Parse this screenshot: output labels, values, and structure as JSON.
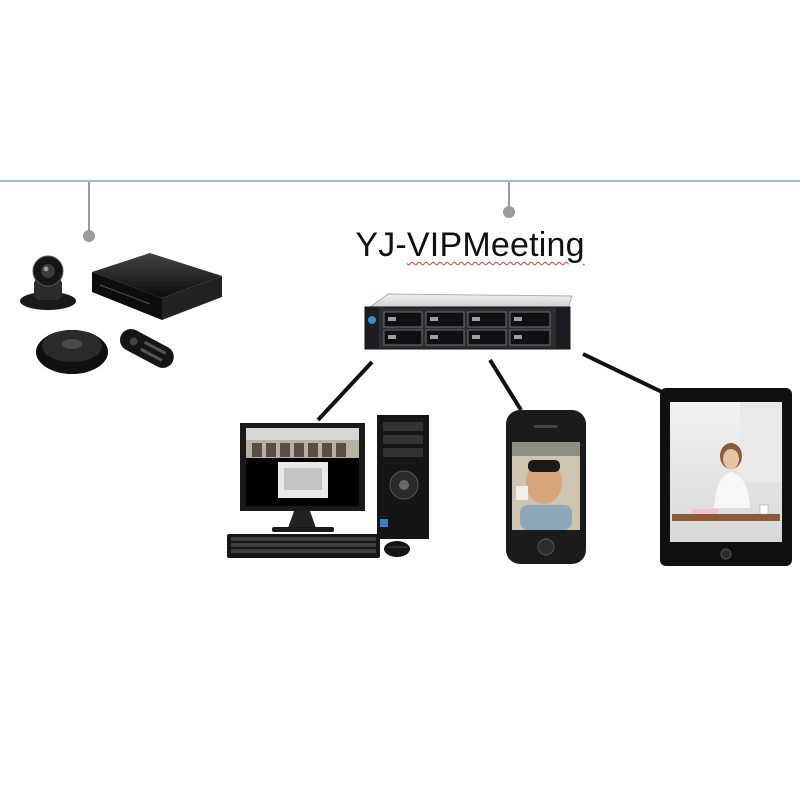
{
  "diagram": {
    "title_plain": "YJ-",
    "title_underlined": "VIPMeeting",
    "colors": {
      "divider": "#9fb8d6",
      "connector": "#111111",
      "pin": "#9b9b9b",
      "device_dark": "#1a1a1a",
      "server_body": "#d9dde1",
      "screen_glow": "#e8e8e8"
    },
    "nodes": [
      {
        "id": "conference-terminal",
        "icon": "conference-kit-icon"
      },
      {
        "id": "server",
        "icon": "server-rack-icon"
      },
      {
        "id": "desktop-pc",
        "icon": "desktop-computer-icon"
      },
      {
        "id": "smartphone",
        "icon": "smartphone-icon"
      },
      {
        "id": "tablet",
        "icon": "tablet-icon"
      }
    ],
    "links": [
      {
        "from": "server",
        "to": "desktop-pc"
      },
      {
        "from": "server",
        "to": "smartphone"
      },
      {
        "from": "server",
        "to": "tablet"
      }
    ]
  }
}
